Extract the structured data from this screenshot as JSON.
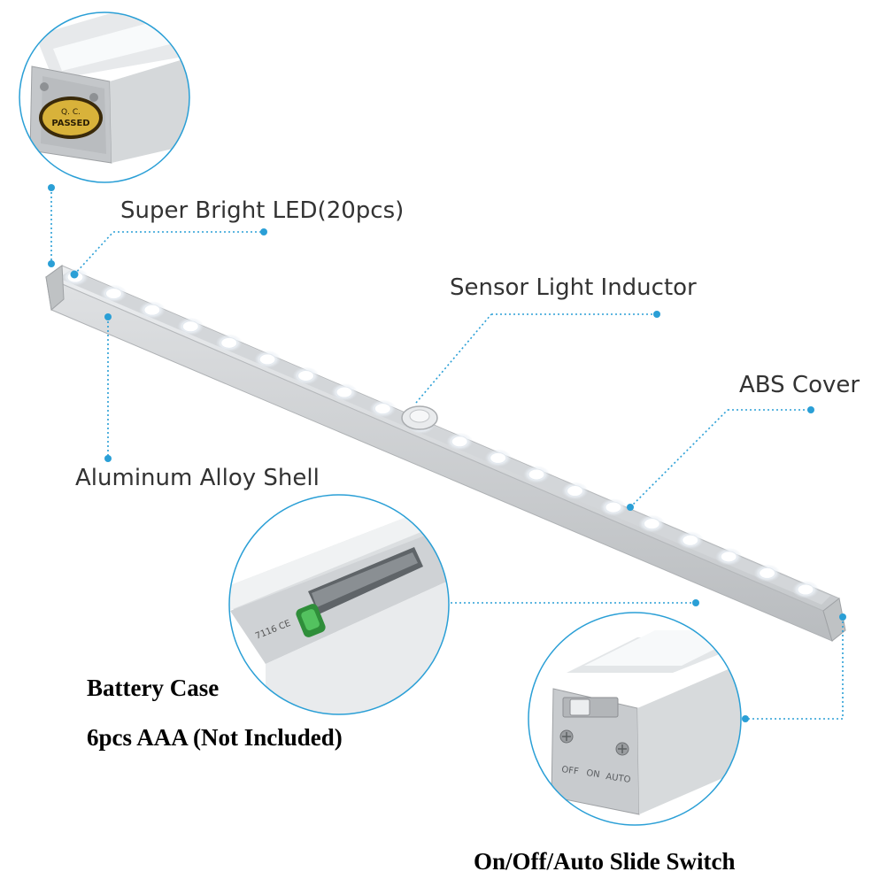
{
  "callouts": {
    "led": "Super Bright LED(20pcs)",
    "sensor": "Sensor Light Inductor",
    "abs": "ABS Cover",
    "shell": "Aluminum Alloy Shell",
    "battery_title": "Battery Case",
    "battery_note": "6pcs AAA (Not Included)",
    "switch": "On/Off/Auto Slide Switch"
  },
  "inset_text": {
    "qc_line1": "Q. C.",
    "qc_line2": "PASSED",
    "model_mark": "7116 CE",
    "switch_off": "OFF",
    "switch_on": "ON",
    "switch_auto": "AUTO"
  },
  "product": {
    "led_count": 20
  },
  "colors": {
    "accent": "#2a9fd6",
    "led_glow": "#f4f8fc",
    "shell": "#d9dadc",
    "qc_seal": "#c9a02a"
  }
}
